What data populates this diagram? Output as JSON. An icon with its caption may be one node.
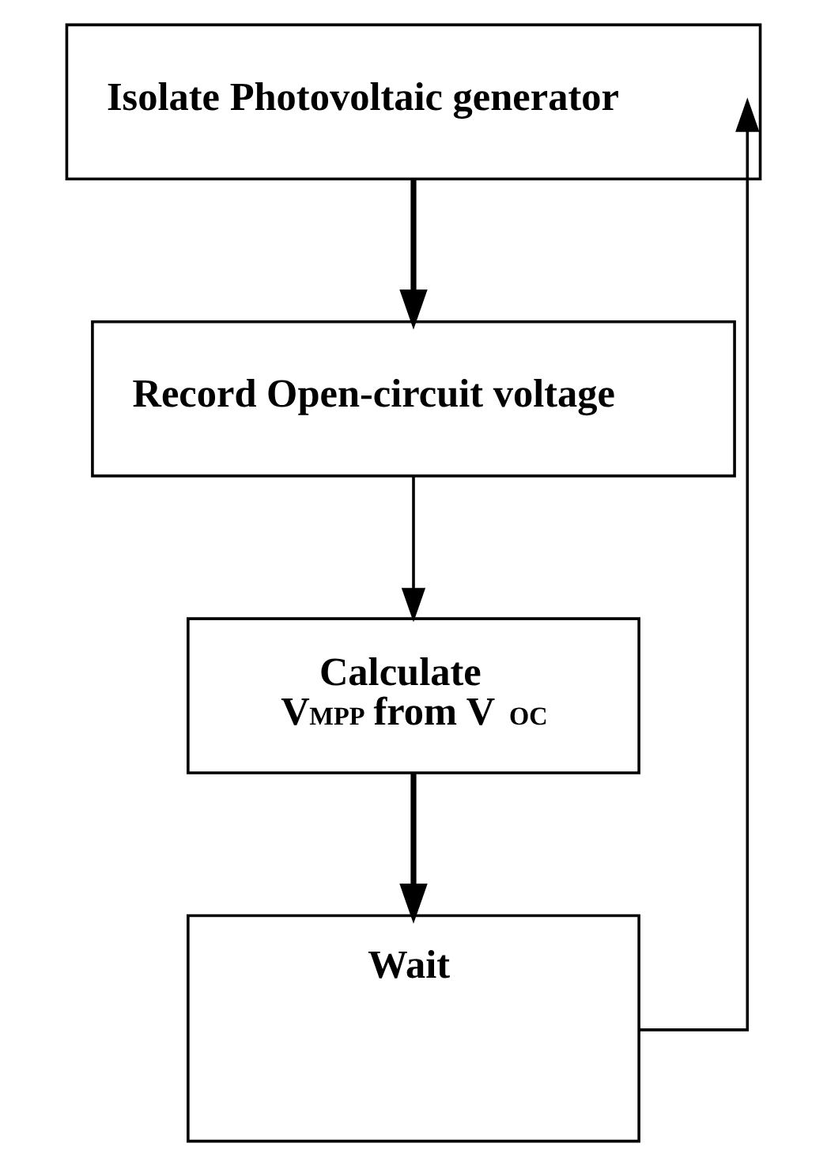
{
  "diagram": {
    "nodes": [
      {
        "text": [
          "Isolate Photovoltaic generator"
        ]
      },
      {
        "text": [
          "Record Open-circuit voltage"
        ]
      },
      {
        "text": [
          "Calculate",
          "V$_{MPP}$ from V$_{OC}$"
        ]
      },
      {
        "text": [
          "Wait"
        ]
      }
    ],
    "edges": [
      {
        "from": 0,
        "to": 1,
        "arrow": "to",
        "style": "thick"
      },
      {
        "from": 1,
        "to": 2,
        "arrow": "to"
      },
      {
        "from": 2,
        "to": 3,
        "arrow": "to",
        "style": "thick"
      },
      {
        "from": 3,
        "to": 0,
        "arrow": "to"
      }
    ]
  }
}
